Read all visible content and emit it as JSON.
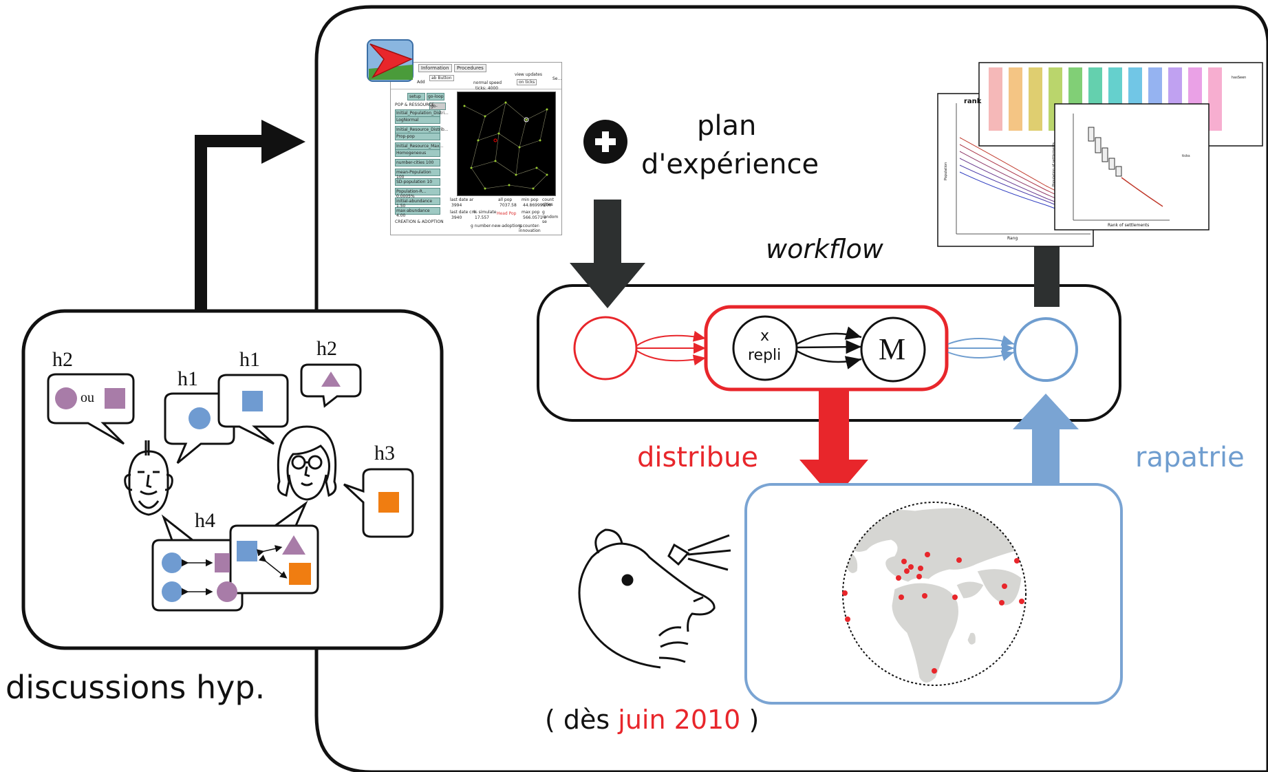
{
  "colors": {
    "red": "#e8262b",
    "blue": "#6f9dcf",
    "black": "#111111",
    "purple": "#a87ca8",
    "lightblue": "#6f9bd1",
    "orange": "#f07d11",
    "land": "#d6d6d3"
  },
  "hypotheses_box": {
    "caption": "discussions hyp.",
    "bubbles": [
      {
        "label": "h2",
        "content": "ou"
      },
      {
        "label": "h1"
      },
      {
        "label": "h1"
      },
      {
        "label": "h2"
      },
      {
        "label": "h3"
      },
      {
        "label": "h4"
      }
    ]
  },
  "experiment": {
    "plus_icon": "plus-circle-icon",
    "plan_line1": "plan",
    "plan_line2": "d'expérience"
  },
  "workflow": {
    "title": "workflow",
    "node_x_line1": "x",
    "node_x_line2": "repli",
    "node_m": "M"
  },
  "distribution": {
    "distribute_label": "distribue",
    "repatriate_label": "rapatrie",
    "since_prefix": "( dès ",
    "since_date": "juin 2010",
    "since_suffix": " )"
  },
  "netlogo_window": {
    "tabs": [
      "Information",
      "Procedures"
    ],
    "controls": [
      "setup",
      "go-loop",
      "go-ma..."
    ],
    "speed_label": "normal speed",
    "view_updates": "view updates",
    "on_ticks": "on ticks",
    "ticks_label": "ticks: 4000",
    "add_label": "Add",
    "button_label": "ab Button",
    "settings": "Se...",
    "sliders": [
      "POP & RESSOURCE",
      "Initial_Population_Distri...",
      "LogNormal",
      "Initial_Resource_Distrib...",
      "Prop-pop",
      "Initial_Resource_Max...",
      "Homogeneous",
      "number-cities 100",
      "mean-Population 100",
      "SD-population 10",
      "Population-R... 0.0005%",
      "initial-abundance 1.50",
      "max-abundance 4.00",
      "CREATION & ADOPTION"
    ],
    "monitors": [
      "last date ar",
      "3994",
      "all pop",
      "7037.58",
      "min pop",
      "44.869995",
      "count cities",
      "100",
      "last date cre",
      "3940",
      "% simulate",
      "17.557",
      "Head Pop",
      "max pop",
      "566.0571",
      "g random se",
      "0",
      "g number-new-adoptions",
      "g counter-innovation"
    ]
  },
  "charts": {
    "rank_title": "rank",
    "y_label_1": "Population",
    "x_label_1": "Rang",
    "y_label_2": "Population of settlements",
    "x_label_2": "Rank of settlements",
    "legend_title": "ticks",
    "facet_legend": "hasSeen"
  }
}
